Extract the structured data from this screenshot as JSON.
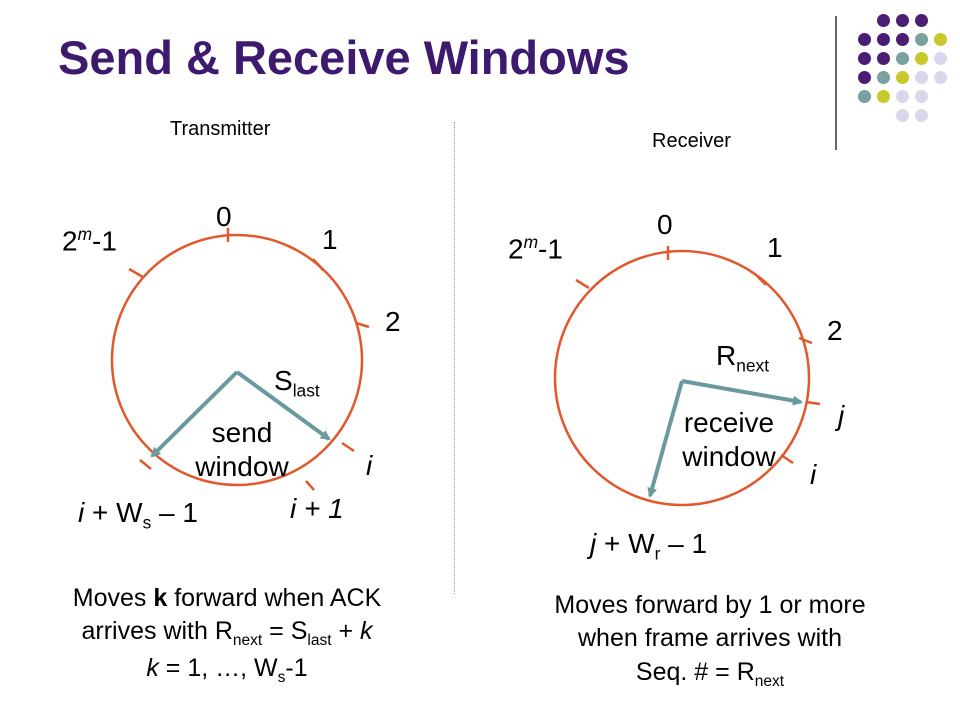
{
  "title": "Send & Receive Windows",
  "colors": {
    "title": "#3d1a6e",
    "circle": "#e0582c",
    "arrow": "#6a9aa0",
    "dot_purple": "#4a1e72",
    "dot_teal": "#7aa0a0",
    "dot_olive": "#c8c82a",
    "dot_lavender": "#d8d8ea"
  },
  "transmitter": {
    "heading": "Transmitter",
    "tick_0": "0",
    "tick_1": "1",
    "tick_2": "2",
    "tick_last": {
      "base": "2",
      "sup": "m",
      "rest": "-1"
    },
    "s_last": {
      "base": "S",
      "sub": "last"
    },
    "window_line1": "send",
    "window_line2": "window",
    "i": "i",
    "i_plus_1": "i + 1",
    "lower": {
      "pre": "i",
      "mid": " + W",
      "sub": "s",
      "post": " – 1"
    },
    "caption": {
      "line1_pre": "Moves ",
      "line1_bold": "k",
      "line1_post": " forward when ACK",
      "line2_pre": "arrives with R",
      "line2_sub1": "next",
      "line2_mid": " = S",
      "line2_sub2": "last",
      "line2_post": " + ",
      "line2_k": "k",
      "line3_k": "k",
      "line3_mid": " = 1, …, W",
      "line3_sub": "s",
      "line3_post": "-1"
    }
  },
  "receiver": {
    "heading": "Receiver",
    "tick_0": "0",
    "tick_1": "1",
    "tick_2": "2",
    "tick_last": {
      "base": "2",
      "sup": "m",
      "rest": "-1"
    },
    "r_next": {
      "base": "R",
      "sub": "next"
    },
    "window_line1": "receive",
    "window_line2": "window",
    "j": "j",
    "i": "i",
    "lower": {
      "pre": "j",
      "mid": " + W",
      "sub": "r",
      "post": " – 1"
    },
    "caption": {
      "line1": "Moves forward by 1 or more",
      "line2": "when frame arrives with",
      "line3_pre": "Seq. # = R",
      "line3_sub": "next"
    }
  }
}
